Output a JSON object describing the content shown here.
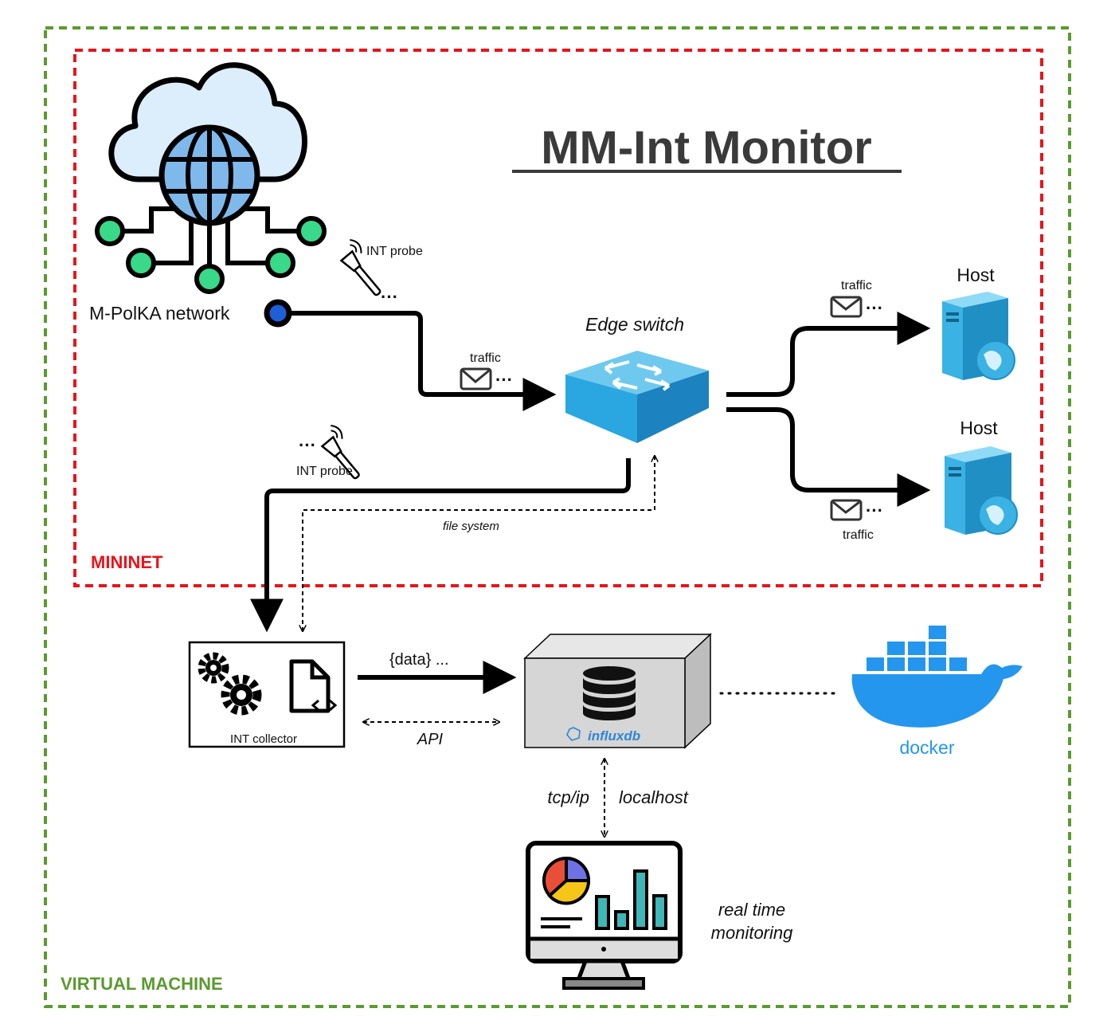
{
  "title": "MM-Int Monitor",
  "regions": {
    "mininet": "MININET",
    "virtual_machine": "VIRTUAL MACHINE"
  },
  "nodes": {
    "mpolka_network": "M-PolKA network",
    "edge_switch": "Edge switch",
    "host_top": "Host",
    "host_bottom": "Host",
    "int_collector": "INT collector",
    "influxdb": "influxdb",
    "docker": "docker",
    "real_time_monitoring_line1": "real time",
    "real_time_monitoring_line2": "monitoring"
  },
  "edges": {
    "int_probe_top": "INT probe",
    "traffic_to_switch": "traffic",
    "traffic_host_top": "traffic",
    "traffic_host_bottom": "traffic",
    "int_probe_bottom": "INT probe",
    "file_system": "file system",
    "data_flow": "{data} ...",
    "api": "API",
    "tcp_ip": "tcp/ip",
    "localhost": "localhost"
  },
  "colors": {
    "mininet_border": "#e8141b",
    "vm_border": "#5a9a2f",
    "switch_top": "#6fc9ef",
    "switch_front": "#2aa7e0",
    "server": "#3ab2e3",
    "docker_blue": "#2496ed",
    "cloud_fill": "#dceefc",
    "globe_fill": "#7fb9ec",
    "node_green": "#39d98a",
    "node_blue": "#1e5fd8"
  }
}
